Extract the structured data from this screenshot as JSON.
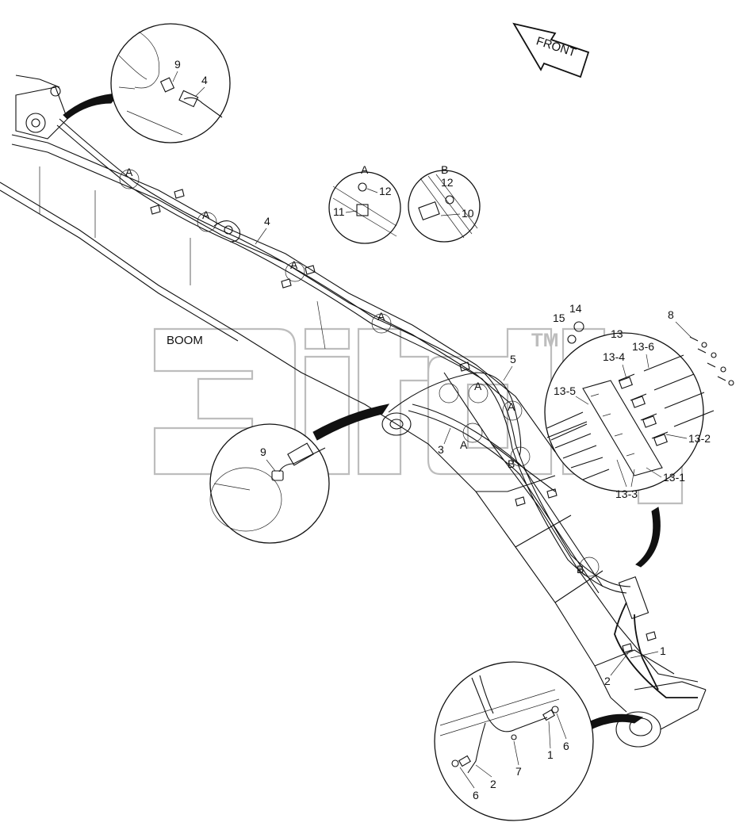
{
  "title": "BOOM",
  "direction_label": "FRONT",
  "watermark": {
    "text": "3itdp",
    "tm": "TM",
    "color": "#bdbdbd"
  },
  "detail_views": {
    "a": "A",
    "b": "B"
  },
  "callouts": {
    "c1": "1",
    "c2": "2",
    "c3": "3",
    "c4": "4",
    "c5": "5",
    "c6": "6",
    "c7": "7",
    "c8": "8",
    "c9": "9",
    "c10": "10",
    "c11": "11",
    "c12": "12",
    "c13": "13",
    "c13_1": "13-1",
    "c13_2": "13-2",
    "c13_3": "13-3",
    "c13_4": "13-4",
    "c13_5": "13-5",
    "c13_6": "13-6",
    "c14": "14",
    "c15": "15"
  },
  "colors": {
    "line": "#111111",
    "background": "#ffffff"
  }
}
